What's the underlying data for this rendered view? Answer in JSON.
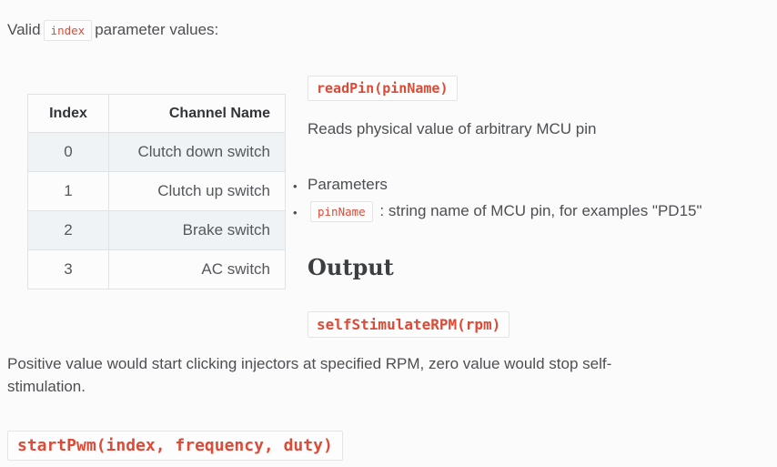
{
  "intro": {
    "prefix": "Valid",
    "code": "index",
    "suffix": "parameter values:"
  },
  "table": {
    "headers": [
      "Index",
      "Channel Name"
    ],
    "rows": [
      [
        "0",
        "Clutch down switch"
      ],
      [
        "1",
        "Clutch up switch"
      ],
      [
        "2",
        "Brake switch"
      ],
      [
        "3",
        "AC switch"
      ]
    ]
  },
  "readpin": {
    "signature": "readPin(pinName)",
    "description": "Reads physical value of arbitrary MCU pin",
    "params_label": "Parameters",
    "param_code": "pinName",
    "param_desc": ": string name of MCU pin, for examples \"PD15\"",
    "output_heading": "Output"
  },
  "selfstimulate": {
    "signature": "selfStimulateRPM(rpm)",
    "description": "Positive value would start clicking injectors at specified RPM, zero value would stop self-\nstimulation."
  },
  "startpwm": {
    "signature": "startPwm(index, frequency, duty)"
  },
  "colors": {
    "code_red": "#dc4b38",
    "table_border": "#dde3e6",
    "alt_row_bg": "#f0f3f5",
    "page_bg": "#fbfbfb"
  }
}
